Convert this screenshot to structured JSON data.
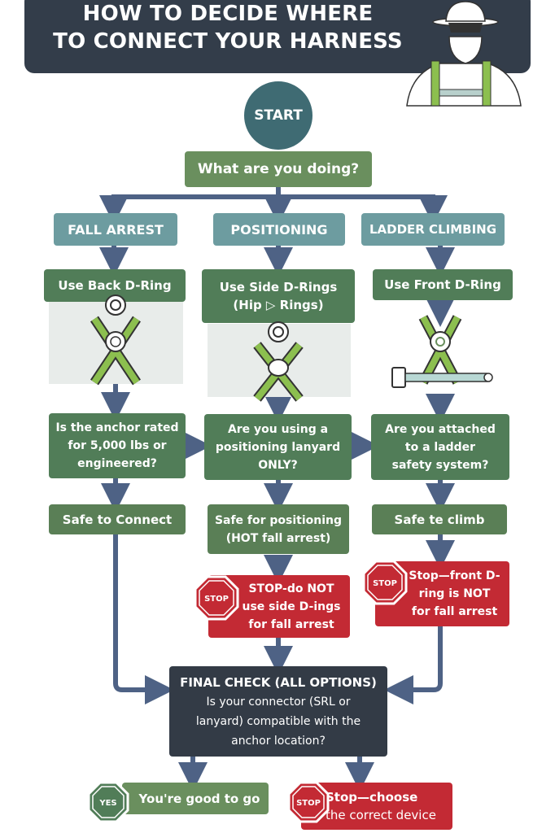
{
  "title": {
    "line1": "HOW TO DECIDE WHERE",
    "line2": "TO CONNECT YOUR HARNESS"
  },
  "start": {
    "label": "START"
  },
  "question": {
    "label": "What are you doing?"
  },
  "branches": [
    {
      "category": "FALL ARREST",
      "action": "Use Back D-Ring",
      "check": [
        "Is the anchor rated",
        "for 5,000 lbs or",
        "engineered?"
      ],
      "result": "Safe to Connect"
    },
    {
      "category": "POSITIONING",
      "action": [
        "Use Side D-Rings",
        "(Hip ▷ Rings)"
      ],
      "check": [
        "Are you using a",
        "positioning lanyard",
        "ONLY?"
      ],
      "result": [
        "Safe for positioning",
        "(HOT fall arrest)"
      ],
      "warning": {
        "badge": "STOP",
        "lines": [
          "STOP-do NOT",
          "use side D-ings",
          "for fall arrest"
        ]
      }
    },
    {
      "category": "LADDER CLIMBING",
      "action": "Use Front D-Ring",
      "check": [
        "Are you attached",
        "to a ladder",
        "safety system?"
      ],
      "result": "Safe te climb",
      "warning": {
        "badge": "STOP",
        "lines": [
          "Stop—front D-",
          "ring is NOT",
          "for fall arrest"
        ]
      }
    }
  ],
  "final_check": {
    "heading": "FINAL CHECK (ALL OPTIONS)",
    "lines": [
      "Is your connector (SRL or",
      "lanyard) compatible with the",
      "anchor location?"
    ]
  },
  "outcomes": {
    "yes": {
      "badge": "YES",
      "label": "You're good to go"
    },
    "no": {
      "badge": "STOP",
      "lines": [
        "Stop—choose",
        "the correct device"
      ]
    }
  },
  "colors": {
    "header": "#333d4a",
    "start": "#3f6b73",
    "green": "#6a8f5e",
    "dark_green": "#517d58",
    "teal": "#6d9ca0",
    "red": "#c32a34",
    "arrow": "#4e6285",
    "harness_green": "#8cbf4f"
  }
}
